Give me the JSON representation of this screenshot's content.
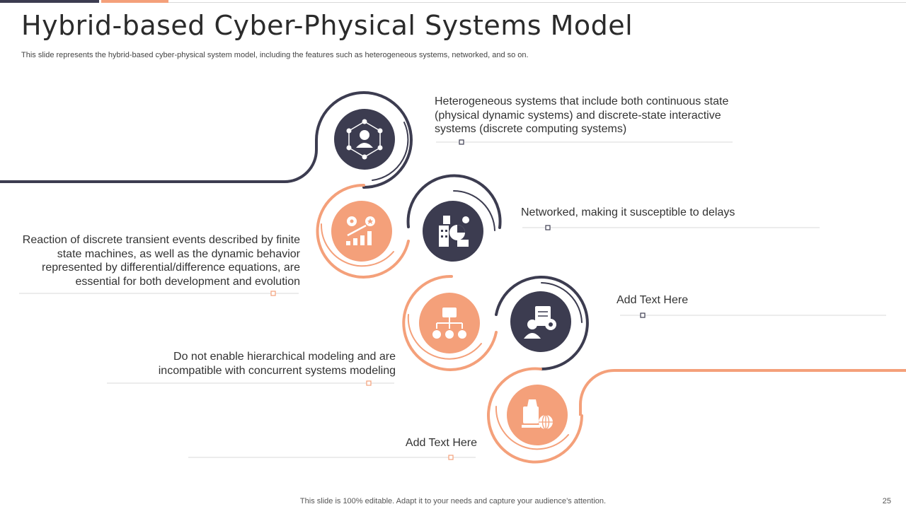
{
  "slide": {
    "title": "Hybrid-based Cyber-Physical Systems Model",
    "subtitle": "This slide represents the hybrid-based cyber-physical system model, including the features such as heterogeneous systems, networked, and so on.",
    "footer": "This slide is 100% editable. Adapt it to your needs and capture your audience’s attention.",
    "page_number": "25"
  },
  "colors": {
    "dark": "#3c3c50",
    "orange": "#f4a07a",
    "line": "#d9d9d9"
  },
  "features": [
    {
      "icon": "ai-network-icon",
      "color": "dark",
      "lines": [
        "Heterogeneous systems that include both continuous state",
        "(physical dynamic systems) and discrete-state interactive",
        "systems (discrete computing systems)"
      ]
    },
    {
      "icon": "growth-chart-icon",
      "color": "orange",
      "lines": [
        "Reaction of discrete transient events described by finite",
        "state machines, as well as the dynamic behavior",
        "represented by differential/difference equations, are",
        "essential for both development and evolution"
      ]
    },
    {
      "icon": "city-analytics-icon",
      "color": "dark",
      "lines": [
        "Networked, making it susceptible to delays"
      ]
    },
    {
      "icon": "hierarchy-icon",
      "color": "orange",
      "lines": [
        "Do not enable hierarchical modeling and are",
        "incompatible with concurrent systems modeling"
      ]
    },
    {
      "icon": "task-manager-icon",
      "color": "dark",
      "lines": [
        "Add Text Here"
      ]
    },
    {
      "icon": "online-shopping-icon",
      "color": "orange",
      "lines": [
        "Add Text Here"
      ]
    }
  ]
}
